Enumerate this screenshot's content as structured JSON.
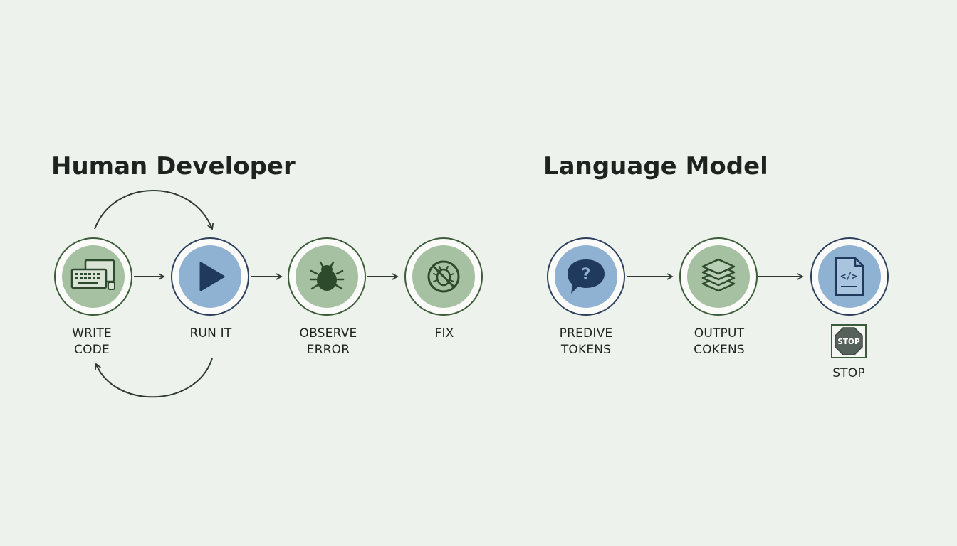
{
  "human": {
    "title": "Human Developer",
    "steps": [
      {
        "lines": [
          "WRITE",
          "CODE"
        ]
      },
      {
        "lines": [
          "RUN IT"
        ]
      },
      {
        "lines": [
          "OBSERVE",
          "ERROR"
        ]
      },
      {
        "lines": [
          "FIX"
        ]
      }
    ]
  },
  "lm": {
    "title": "Language Model",
    "steps": [
      {
        "lines": [
          "PREDIVE",
          "TOKENS"
        ]
      },
      {
        "lines": [
          "OUTPUT",
          "COKENS"
        ]
      },
      {
        "lines": [
          "STOP"
        ]
      }
    ],
    "stop_sign_text": "STOP"
  },
  "icons": {
    "question_glyph": "?",
    "code_glyph": "</>"
  },
  "colors": {
    "background": "#eef2ec",
    "green_fill": "#a6c1a1",
    "blue_fill": "#8fb1d2",
    "green_ring": "#3c5c39",
    "blue_ring": "#2c3f5c",
    "icon_dark": "#2e4a2d"
  }
}
